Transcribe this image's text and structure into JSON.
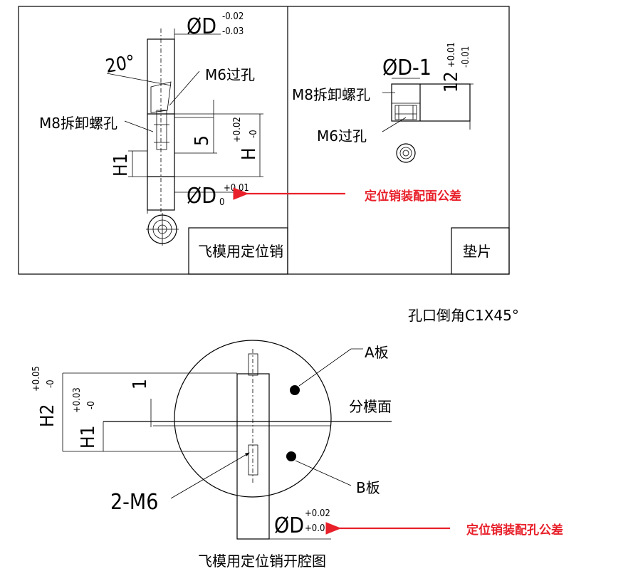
{
  "top_left": {
    "dim_phi_d_top": "ØD",
    "tol_top_upper": "-0.02",
    "tol_top_lower": "-0.03",
    "angle": "20°",
    "m6_label": "M6过孔",
    "m8_label": "M8拆卸螺孔",
    "dim_5": "5",
    "dim_h": "H",
    "tol_h_upper": "+0.02",
    "tol_h_lower": "-0",
    "dim_h1": "H1",
    "dim_phi_d_bottom": "ØD",
    "tol_bottom_upper": "+0.01",
    "tol_bottom_lower": "0",
    "title": "飞模用定位销"
  },
  "top_right": {
    "dim_phi_d1": "ØD-1",
    "dim_12": "12",
    "tol_12_upper": "+0.01",
    "tol_12_lower": "-0.01",
    "m8_label": "M8拆卸螺孔",
    "m6_label": "M6过孔",
    "title": "垫片"
  },
  "annotations": {
    "pin_fit_face_tolerance": "定位销装配面公差",
    "pin_fit_hole_tolerance": "定位销装配孔公差",
    "chamfer_note": "孔口倒角C1X45°"
  },
  "bottom": {
    "dim_h2": "H2",
    "tol_h2_upper": "+0.05",
    "tol_h2_lower": "-0",
    "dim_h1": "H1",
    "tol_h1_upper": "+0.03",
    "tol_h1_lower": "-0",
    "dim_1": "1",
    "a_plate": "A板",
    "parting_face": "分模面",
    "b_plate": "B板",
    "m6_label": "2-M6",
    "dim_phi_d": "ØD",
    "tol_d_upper": "+0.02",
    "tol_d_lower": "+0.01",
    "title": "飞模用定位销开腔图"
  },
  "colors": {
    "line": "#000000",
    "annotation": "#e8202a"
  }
}
